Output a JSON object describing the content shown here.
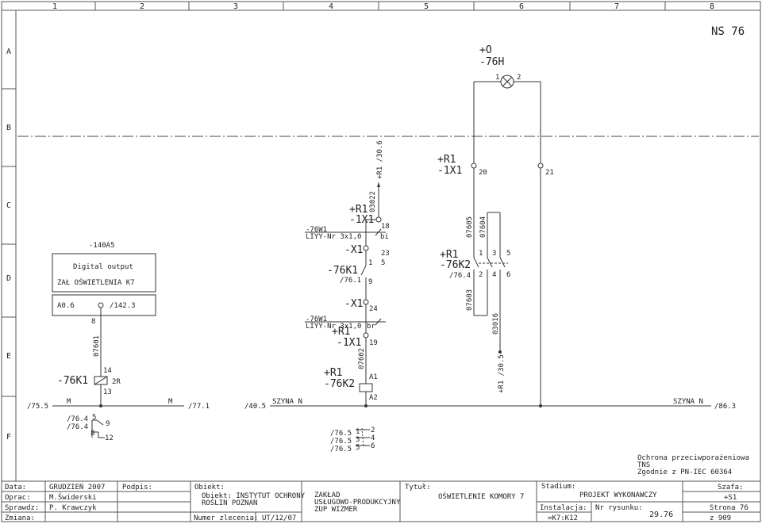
{
  "frame": {
    "columns": [
      "1",
      "2",
      "3",
      "4",
      "5",
      "6",
      "7",
      "8"
    ],
    "rows": [
      "A",
      "B",
      "C",
      "D",
      "E",
      "F"
    ],
    "sheet_code": "NS 76"
  },
  "lamp": {
    "terminal": "+O",
    "tag": "-76H",
    "pin1": "1",
    "pin2": "2"
  },
  "x1_top": {
    "terminal": "+R1",
    "tag": "-1X1",
    "pin_left": "20",
    "pin_right": "21"
  },
  "ref_top": "+R1 /30.6",
  "ref_mid": "+R1 /30.5",
  "wires": {
    "w1": "03022",
    "w2": "07605",
    "w3": "07604",
    "w4": "07603",
    "w5": "03016",
    "w6": "07602",
    "w7": "07601"
  },
  "plc": {
    "tag": "-140A5",
    "title": "Digital output",
    "desc": "ZAŁ OŚWIETLENIA K7",
    "addr": "A0.6",
    "ref": "/142.3",
    "pin": "8"
  },
  "x1_mid": {
    "terminal": "+R1",
    "tag": "-1X1",
    "pin_bottom": "18"
  },
  "cable1": {
    "tag": "-76W1",
    "spec": "LIYY-Nr 3x1,0",
    "color": "bi"
  },
  "x1_a": {
    "tag": "-X1",
    "pin": "23"
  },
  "k1_contact": {
    "tag": "-76K1",
    "ref": "/76.1",
    "pin_a": "1",
    "pin_b": "5",
    "pin_c": "9"
  },
  "x1_b": {
    "tag": "-X1",
    "pin": "24"
  },
  "cable2": {
    "tag": "-76W1",
    "spec": "LIYY-Nr 3x1,0",
    "color": "br"
  },
  "x1_low": {
    "terminal": "+R1",
    "tag": "-1X1",
    "pin": "19"
  },
  "k2_coil": {
    "terminal": "+R1",
    "tag": "-76K2",
    "a1": "A1",
    "a2": "A2"
  },
  "k2_contacts": {
    "terminal": "+R1",
    "tag": "-76K2",
    "ref": "/76.4",
    "p1": "1",
    "p2": "2",
    "p3": "3",
    "p4": "4",
    "p5": "5",
    "p6": "6"
  },
  "k1_coil": {
    "tag": "-76K1",
    "p14": "14",
    "p13": "13",
    "suffix": "2R"
  },
  "bus": {
    "left_ref": "/75.5",
    "m_left": "M",
    "m_right": "M",
    "m_ref": "/77.1",
    "n_left_ref": "/40.5",
    "n_label_left": "SZYNA N",
    "n_label_right": "SZYNA N",
    "n_right_ref": "/86.3"
  },
  "k1_xref": {
    "ref1": "/76.4",
    "ref2": "/76.4",
    "p5": "5",
    "p9": "9",
    "p8": "8",
    "p12": "12"
  },
  "k2_xref": {
    "ref1": "/76.5",
    "ref2": "/76.5",
    "ref3": "/76.5",
    "p1": "1",
    "p2": "2",
    "p3": "3",
    "p4": "4",
    "p5": "5",
    "p6": "6"
  },
  "note": {
    "line1": "Ochrona przeciwporażeniowa",
    "line2": "TNS",
    "line3": "Zgodnie z PN-IEC 60364"
  },
  "titleblock": {
    "data_label": "Data:",
    "data_value": "GRUDZIEŃ 2007",
    "podpis_label": "Podpis:",
    "opracowal_label": "Oprac:",
    "opracowal_value": "M.Świderski",
    "sprawdzil_label": "Sprawdz:",
    "sprawdzil_value": "P. Krawczyk",
    "zmiana_label": "Zmiana:",
    "obiekt_label": "Obiekt:",
    "obiekt_value1": "Obiekt: INSTYTUT OCHRONY",
    "obiekt_value2": "ROŚLIN POZNAŃ",
    "zlecenie_label": "Numer zlecenia:",
    "zlecenie_value": "UT/12/07",
    "zaklad1": "ZAKŁAD",
    "zaklad2": "USŁUGOWO-PRODUKCYJNY",
    "zaklad3": "ZUP WIZMER",
    "tytul_label": "Tytuł:",
    "tytul_value": "OŚWIETLENIE KOMORY 7",
    "stadium_label": "Stadium:",
    "stadium_value": "PROJEKT WYKONAWCZY",
    "instalacja_label": "Instalacja:",
    "instalacja_value": "=K7:K12",
    "rysunek_label": "Nr rysunku:",
    "rysunek_value": "29.76",
    "szafa_label": "Szafa:",
    "szafa_value": "+S1",
    "strona_label": "Strona 76",
    "z_label": "z 909"
  }
}
